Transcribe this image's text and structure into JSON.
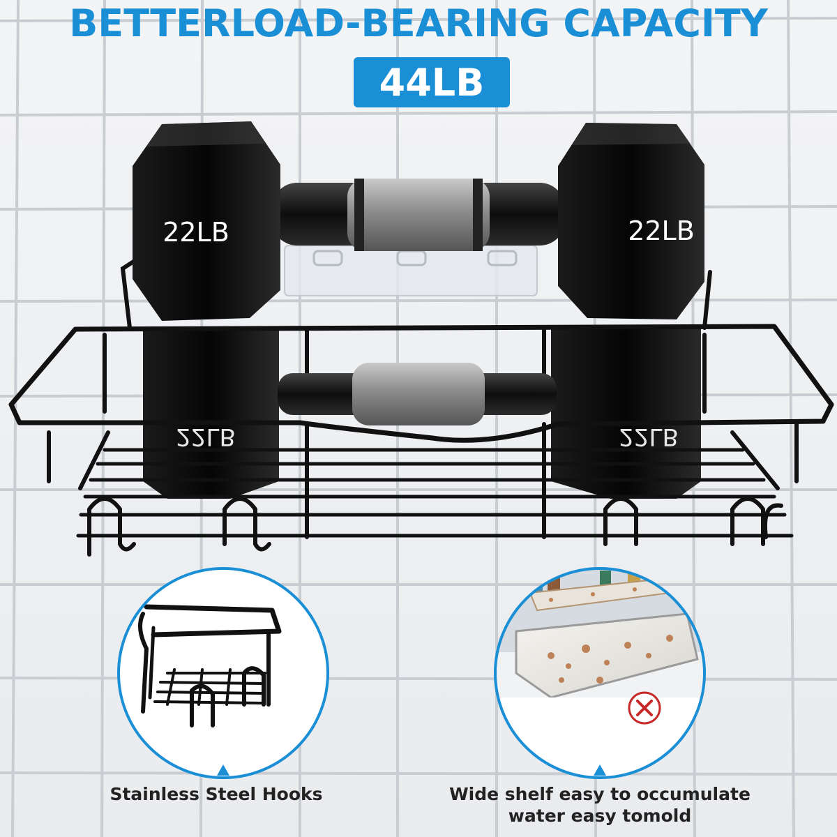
{
  "headline": "BETTERLOAD-BEARING CAPACITY",
  "capacity_badge": "44LB",
  "dumbbells": {
    "left_weight_label": "22LB",
    "right_weight_label": "22LB"
  },
  "callouts": {
    "left": {
      "caption": "Stainless Steel Hooks"
    },
    "right": {
      "caption_line1": "Wide shelf easy to occumulate",
      "caption_line2": "water easy tomold"
    }
  },
  "icons": [
    "pointer-triangle-icon",
    "red-x-warning-icon"
  ],
  "colors": {
    "accent_blue": "#1a8fd6",
    "warning_red": "#c62828",
    "tile_grout": "#c9cdd2",
    "rack_black": "#111111"
  }
}
